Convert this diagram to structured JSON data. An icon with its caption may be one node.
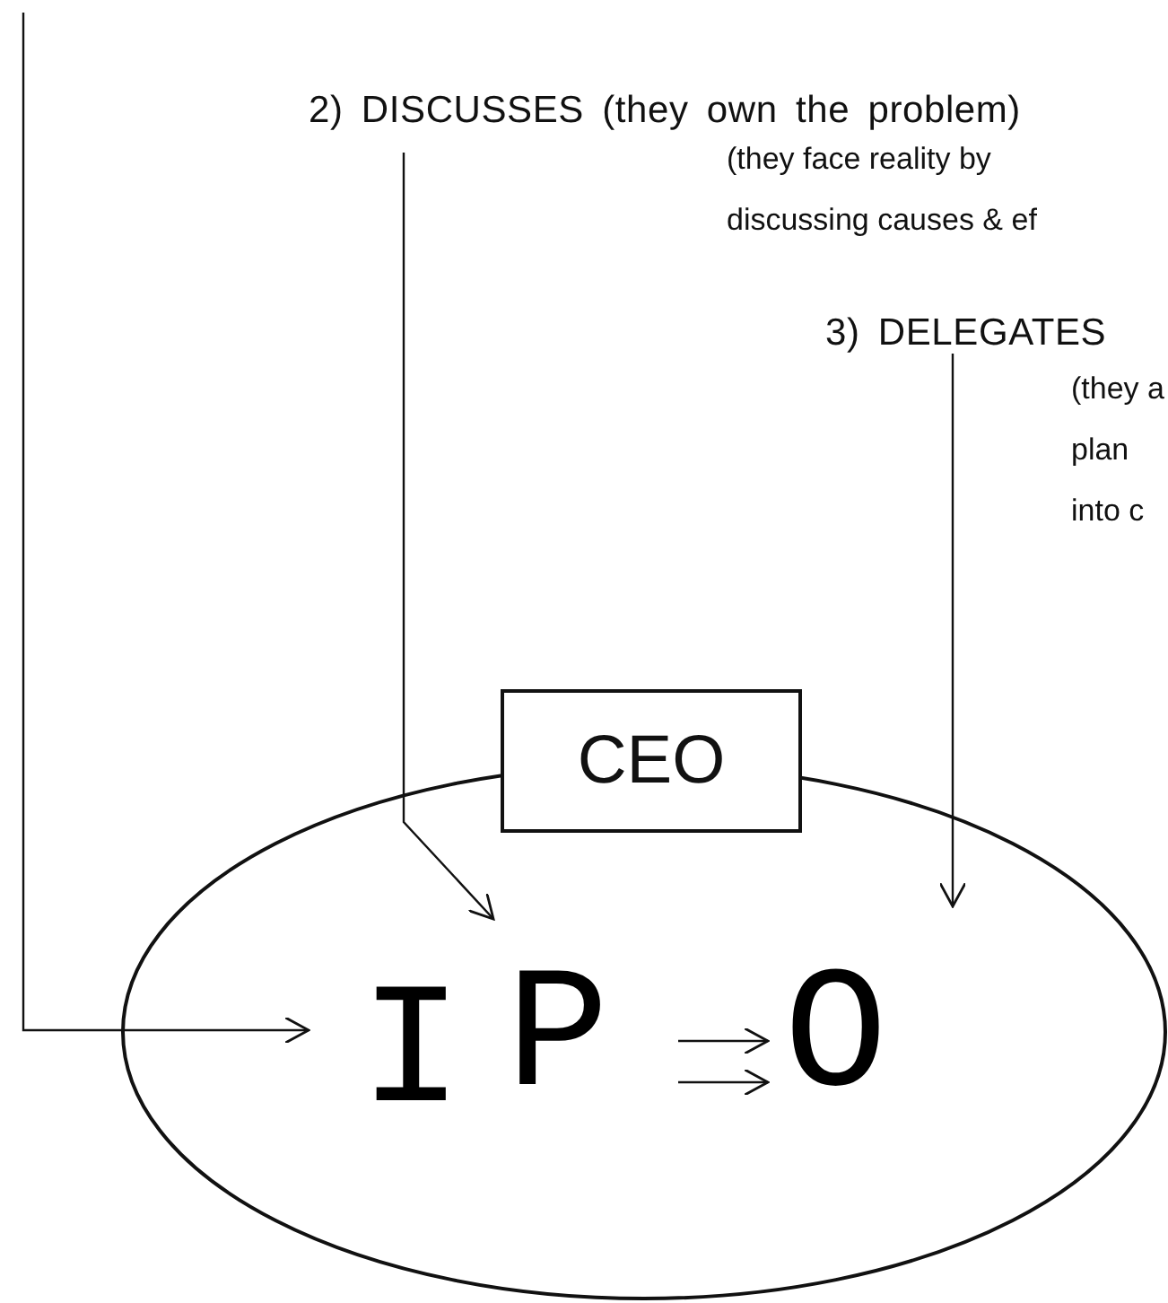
{
  "diagram": {
    "nodes": [
      {
        "text": [
          "2) DISCUSSES (they own the problem)"
        ],
        "beside": [
          "(they face reality by discussing causes & ef"
        ]
      },
      {
        "text": [
          "3) DELEGATES"
        ],
        "beside": [
          "(they a plan into c"
        ]
      },
      {
        "text": [
          "CEO"
        ]
      },
      {
        "text": [],
        "shape": "ellipse"
      },
      {
        "text": [
          "I"
        ],
        "in": 3
      },
      {
        "text": [
          "P"
        ],
        "in": 3
      },
      {
        "text": [
          "O"
        ],
        "in": 3
      }
    ],
    "edges": [
      {
        "from": null,
        "to": 4,
        "arrow": "to"
      },
      {
        "from": 0,
        "to": 5,
        "arrow": "to"
      },
      {
        "from": 1,
        "to": 6,
        "arrow": "to"
      },
      {
        "from": 5,
        "to": 6,
        "arrow": "to"
      },
      {
        "from": 5,
        "to": 6,
        "arrow": "to"
      }
    ]
  }
}
